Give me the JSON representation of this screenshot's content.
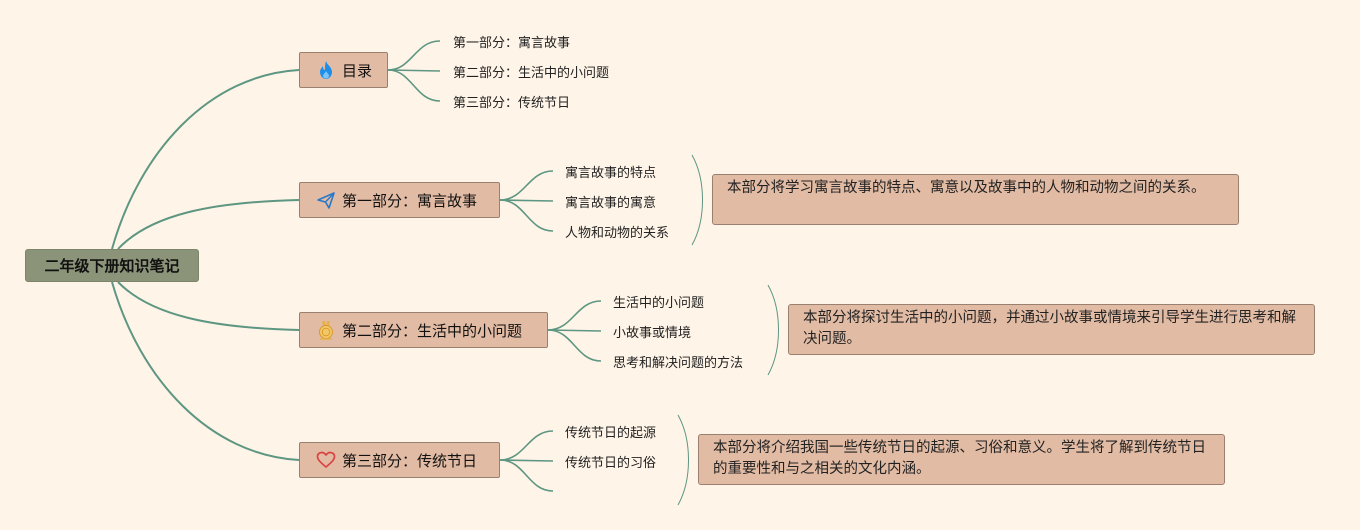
{
  "root": {
    "label": "二年级下册知识笔记"
  },
  "branches": [
    {
      "label": "目录",
      "icon": "fire-icon",
      "leaves": [
        "第一部分：寓言故事",
        "第二部分：生活中的小问题",
        "第三部分：传统节日"
      ]
    },
    {
      "label": "第一部分：寓言故事",
      "icon": "paper-plane-icon",
      "leaves": [
        "寓言故事的特点",
        "寓言故事的寓意",
        "人物和动物的关系"
      ],
      "note": "本部分将学习寓言故事的特点、寓意以及故事中的人物和动物之间的关系。"
    },
    {
      "label": "第二部分：生活中的小问题",
      "icon": "medal-icon",
      "leaves": [
        "生活中的小问题",
        "小故事或情境",
        "思考和解决问题的方法"
      ],
      "note": "本部分将探讨生活中的小问题，并通过小故事或情境来引导学生进行思考和解决问题。"
    },
    {
      "label": "第三部分：传统节日",
      "icon": "heart-icon",
      "leaves": [
        "传统节日的起源",
        "传统节日的习俗",
        ""
      ],
      "note": "本部分将介绍我国一些传统节日的起源、习俗和意义。学生将了解到传统节日的重要性和与之相关的文化内涵。"
    }
  ],
  "colors": {
    "background": "#fff4e8",
    "connector": "#5d9682",
    "root_fill": "#8b9478",
    "node_fill": "#e2bba4",
    "node_border": "#9a8070",
    "fire": "#1f8ee8",
    "plane": "#2a79c8",
    "medal": "#e7b04a",
    "heart": "#d84343"
  }
}
